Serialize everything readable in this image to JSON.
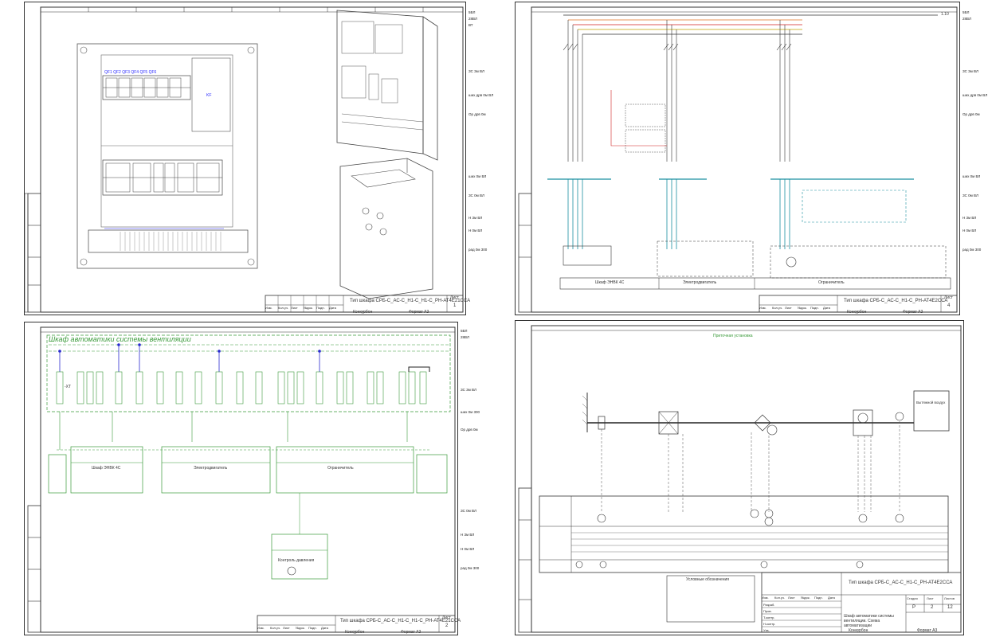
{
  "sheets": [
    {
      "id": "s1",
      "title_block": {
        "code": "Тип шкафа СРБ-С_АС-С_Н1-С_Н1-С_РН-АТ4Е21ССА",
        "developer": "Конкурбон",
        "format": "Формат А3",
        "sheet_label": "Лист",
        "sheet_no": "1",
        "cols": [
          "Изм.",
          "Кол.уч.",
          "Лист",
          "№док.",
          "Подп.",
          "Дата"
        ]
      },
      "right_labels": [
        "5ВЛ",
        "28ВЛ",
        "ВТ",
        "ЗС 3м ВЛ",
        "ших дрв 0м ВЛ",
        "Ор дрв 0м",
        "ших 0м ВЛ",
        "ЗС 0м ВЛ",
        "Н 3м ВЛ",
        "Н 0м ВЛ",
        "рад 0м 300"
      ],
      "blue_text": "QF1 QF2 QF3 QF4 QF5 QF6",
      "panel_label": "KF"
    },
    {
      "id": "s2",
      "title_block": {
        "code": "Тип шкафа СРБ-С_АС-С_Н1-С_РН-АТ4Е2ССА",
        "developer": "Конкурбон",
        "format": "Формат А3",
        "sheet_label": "Лист",
        "sheet_no": "4",
        "cols": [
          "Изм.",
          "Кол.уч.",
          "Лист",
          "№док.",
          "Подп.",
          "Дата"
        ]
      },
      "bottom_labels": [
        "Шкаф ЭНВК 4С",
        "Электродвигатель",
        "Ограничитель"
      ],
      "right_labels": [
        "5ВЛ",
        "28ВЛ",
        "ЗС 3м ВЛ",
        "ших дрв 0м ВЛ",
        "Ор дрв 0м",
        "ших 0м ВЛ",
        "ЗС 0м ВЛ",
        "Н 3м ВЛ",
        "Н 0м ВЛ",
        "рад 0м 300"
      ],
      "top_ref": "1.10"
    },
    {
      "id": "s3",
      "title_block": {
        "code": "Тип шкафа СРБ-С_АС-С_Н1-С_Н1-С_РН-АТ4Е21ССА",
        "developer": "Конкурбон",
        "format": "Формат А3",
        "sheet_label": "Лист",
        "sheet_no": "2",
        "cols": [
          "Изм.",
          "Кол.уч.",
          "Лист",
          "№док.",
          "Подп.",
          "Дата"
        ]
      },
      "heading": "Шкаф автоматики системы вентиляции",
      "block_labels": [
        "Шкаф ЭНВК 4С",
        "Электродвигатель",
        "Ограничитель",
        "Контроль давления"
      ],
      "terminal": "-XT",
      "right_labels": [
        "5ВЛ",
        "28ВЛ",
        "ЗС 3м ВЛ",
        "ших 0м 300",
        "Ор дрв 0м",
        "ЗС 0м ВЛ",
        "Н 3м ВЛ",
        "Н 0м ВЛ",
        "рад 0м 300"
      ]
    },
    {
      "id": "s4",
      "title_block": {
        "code": "Тип шкафа СРБ-С_АС-С_Н1-С_РН-АТ4Е2ССА",
        "developer": "Конкурбон",
        "format": "Формат А3",
        "stage": "Р",
        "sheet_no": "2",
        "sheets_total": "12",
        "stage_label": "Стадия",
        "sheet_label": "Лист",
        "total_label": "Листов",
        "desc": "Шкаф автоматики системы вентиляции. Схема автоматизации",
        "cols": [
          "Изм.",
          "Кол.уч.",
          "Лист",
          "№док.",
          "Подп.",
          "Дата"
        ],
        "roles": [
          "Разраб.",
          "Пров.",
          "Т.контр.",
          "Н.контр.",
          "Утв."
        ]
      },
      "top_text": "Приточная установка",
      "box_label": "Вытяжной воздух",
      "legend_title": "Условные обозначения"
    }
  ]
}
